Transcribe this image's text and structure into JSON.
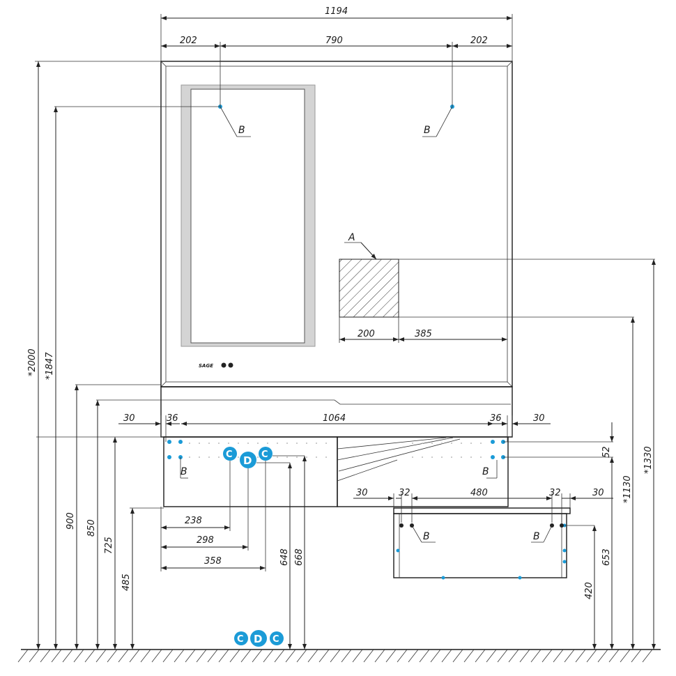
{
  "dimensions": {
    "total_width": "1194",
    "side_left": "202",
    "center_span": "790",
    "side_right": "202",
    "height_total": "*2000",
    "height_1847": "*1847",
    "height_900": "900",
    "height_850": "850",
    "height_725": "725",
    "height_485": "485",
    "gap_left": "30",
    "offset_left": "36",
    "cabinet_width": "1064",
    "offset_right": "36",
    "gap_right": "30",
    "hatch_width": "200",
    "hatch_offset": "385",
    "right_52": "52",
    "right_1130": "*1130",
    "right_1330": "*1330",
    "drawer_gap_left": "30",
    "drawer_offset_left": "32",
    "drawer_width": "480",
    "drawer_offset_right": "32",
    "drawer_gap_right": "30",
    "h_238": "238",
    "h_298": "298",
    "h_358": "358",
    "v_648": "648",
    "v_668": "668",
    "v_653": "653",
    "v_420": "420"
  },
  "labels": {
    "b": "B",
    "a": "A",
    "c": "C",
    "d": "D",
    "brand_mark": "SAGE"
  },
  "colors": {
    "line": "#1a1a1a",
    "accent_dot": "#1b9bd7",
    "mirror_gray": "#d4d4d4",
    "hatch": "#333333"
  }
}
